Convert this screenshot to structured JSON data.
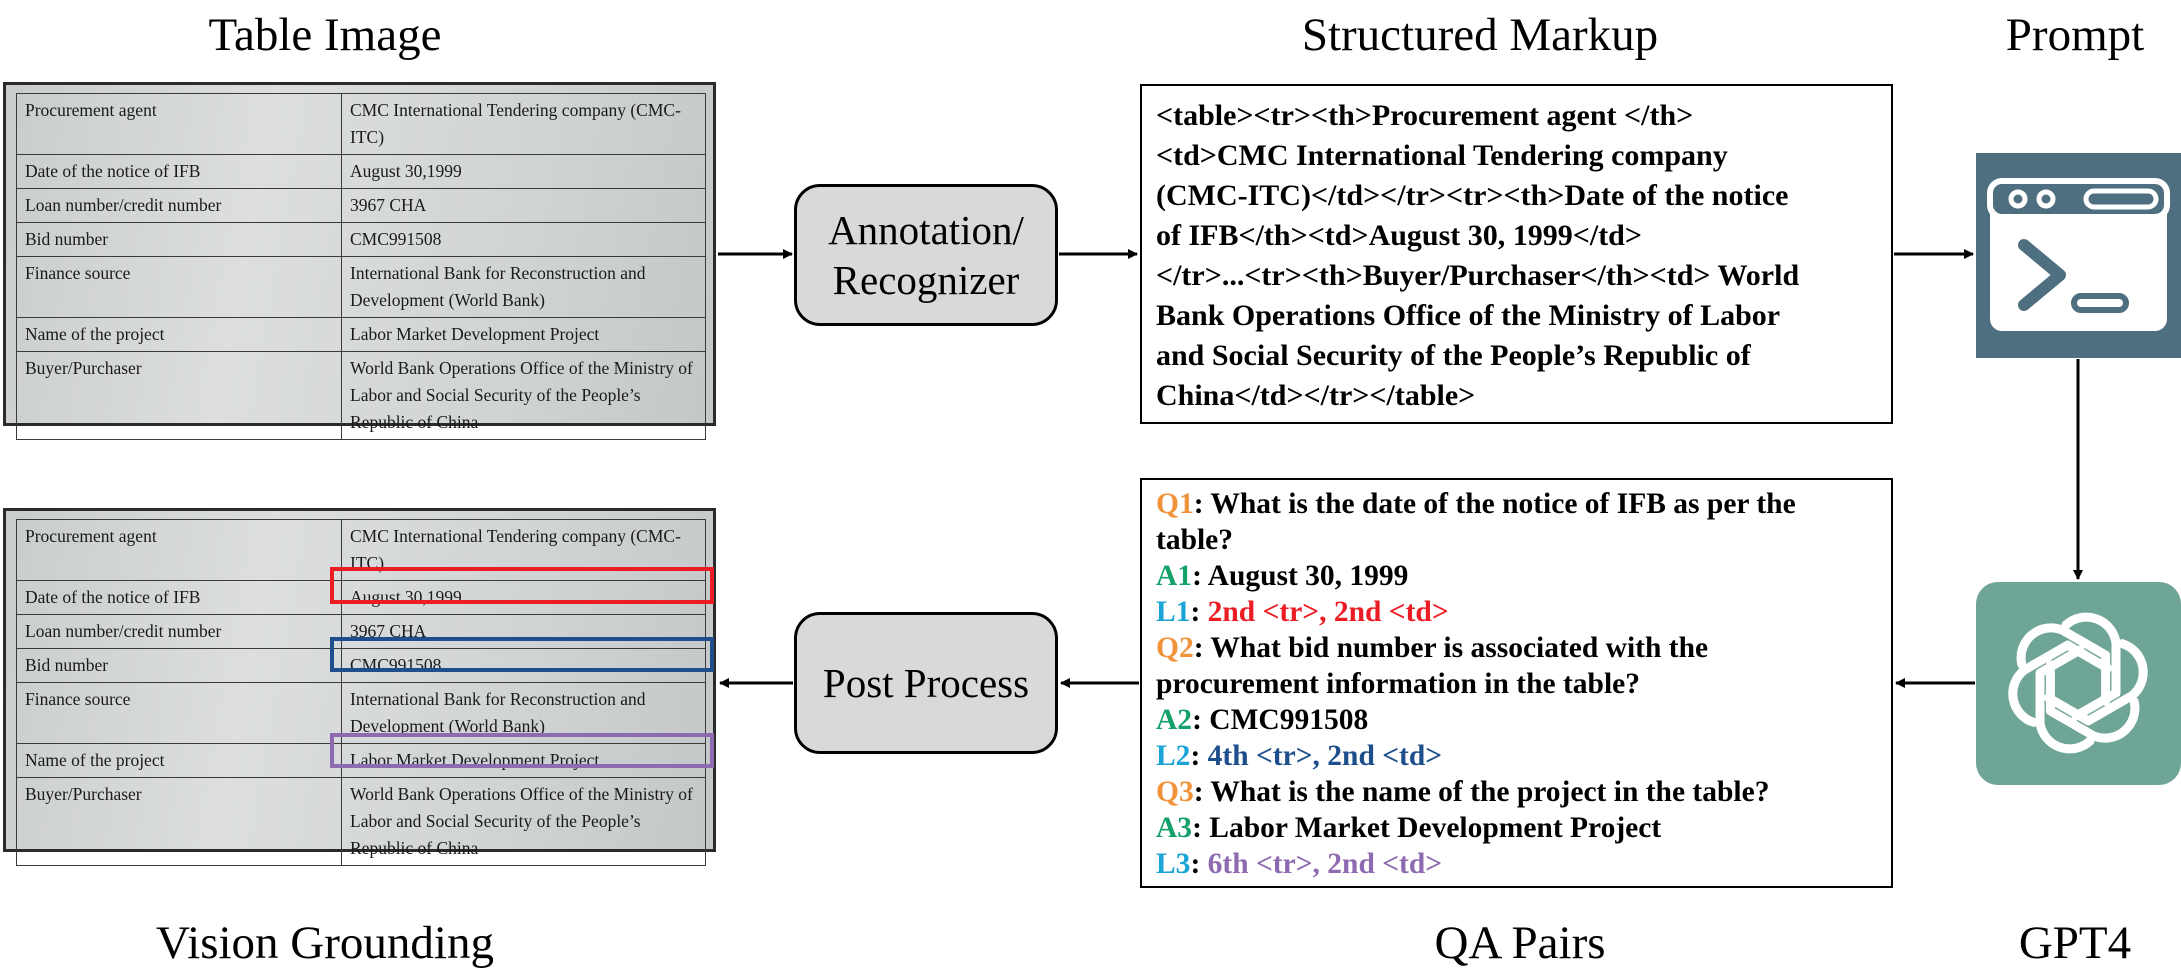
{
  "section_titles": {
    "table_image": "Table Image",
    "structured_markup": "Structured Markup",
    "prompt": "Prompt",
    "vision_grounding": "Vision Grounding",
    "qa_pairs": "QA Pairs",
    "gpt4": "GPT4"
  },
  "process_boxes": {
    "annotation_line1": "Annotation/",
    "annotation_line2": "Recognizer",
    "post_process": "Post Process"
  },
  "scanned_table": {
    "rows": [
      {
        "key": "Procurement agent",
        "value": "CMC International Tendering company (CMC-ITC)"
      },
      {
        "key": "Date of the notice of IFB",
        "value": "August 30,1999"
      },
      {
        "key": "Loan number/credit number",
        "value": "3967 CHA"
      },
      {
        "key": "Bid number",
        "value": "CMC991508"
      },
      {
        "key": "Finance source",
        "value": "International Bank for Reconstruction and Development (World Bank)"
      },
      {
        "key": "Name of the project",
        "value": "Labor Market Development Project"
      },
      {
        "key": "Buyer/Purchaser",
        "value": "World Bank Operations Office of the Ministry of Labor and Social Security of the People’s Republic of China"
      }
    ]
  },
  "structured_markup": {
    "lines": [
      "<table><tr><th>Procurement agent </th>",
      "<td>CMC International Tendering company",
      "(CMC-ITC)</td></tr><tr><th>Date of the notice",
      "of IFB</th><td>August 30, 1999</td>",
      "</tr>...<tr><th>Buyer/Purchaser</th><td> World",
      "Bank Operations Office of the Ministry of Labor",
      "and Social Security of the People’s Republic of",
      "China</td></tr></table>"
    ]
  },
  "qa_pairs": {
    "q1_tag": "Q1",
    "q1_text": ": What is the date of the notice of IFB as per the table?",
    "a1_tag": "A1",
    "a1_text": ": August 30, 1999",
    "l1_tag": "L1",
    "l1_sep": ": ",
    "l1_text": "2nd <tr>, 2nd <td>",
    "q2_tag": "Q2",
    "q2_text": ": What bid number is associated with the procurement information in the table?",
    "a2_tag": "A2",
    "a2_text": ": CMC991508",
    "l2_tag": "L2",
    "l2_sep": ": ",
    "l2_text": "4th <tr>, 2nd <td>",
    "q3_tag": "Q3",
    "q3_text": ": What is the name of the project in the table?",
    "a3_tag": "A3",
    "a3_text": ": Labor Market Development Project",
    "l3_tag": "L3",
    "l3_sep": ": ",
    "l3_text": "6th <tr>, 2nd <td>"
  },
  "icons": {
    "prompt": "terminal-window-icon",
    "gpt4": "openai-logo-icon"
  },
  "colors": {
    "question": "#f0933a",
    "answer": "#13a06b",
    "location": "#1aa4d8",
    "highlight_red": "#ec1c24",
    "highlight_blue": "#1f4e8c",
    "highlight_purple": "#8e6bb1",
    "prompt_bg": "#4d6f80",
    "gpt_bg": "#6fa597"
  }
}
